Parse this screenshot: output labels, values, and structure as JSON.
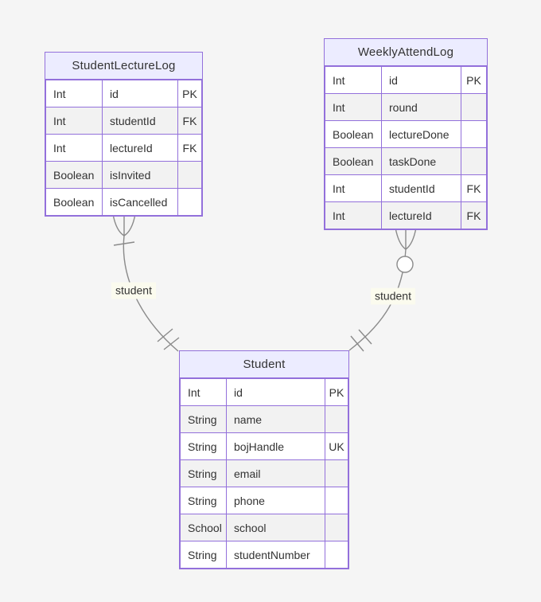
{
  "diagram": {
    "kind": "er-diagram",
    "colors": {
      "canvas_background": "#f5f5f5",
      "entity_border": "#9370DB",
      "entity_header_fill": "#ECECFF",
      "row_fill": "#ffffff",
      "row_alt_fill": "#f2f2f2",
      "text": "#333333",
      "relationship_line": "#8a8a8a",
      "relationship_label_background": "#fbfbee"
    }
  },
  "entities": [
    {
      "name": "StudentLectureLog",
      "attributes": [
        {
          "type": "Int",
          "name": "id",
          "key": "PK"
        },
        {
          "type": "Int",
          "name": "studentId",
          "key": "FK"
        },
        {
          "type": "Int",
          "name": "lectureId",
          "key": "FK"
        },
        {
          "type": "Boolean",
          "name": "isInvited",
          "key": ""
        },
        {
          "type": "Boolean",
          "name": "isCancelled",
          "key": ""
        }
      ]
    },
    {
      "name": "WeeklyAttendLog",
      "attributes": [
        {
          "type": "Int",
          "name": "id",
          "key": "PK"
        },
        {
          "type": "Int",
          "name": "round",
          "key": ""
        },
        {
          "type": "Boolean",
          "name": "lectureDone",
          "key": ""
        },
        {
          "type": "Boolean",
          "name": "taskDone",
          "key": ""
        },
        {
          "type": "Int",
          "name": "studentId",
          "key": "FK"
        },
        {
          "type": "Int",
          "name": "lectureId",
          "key": "FK"
        }
      ]
    },
    {
      "name": "Student",
      "attributes": [
        {
          "type": "Int",
          "name": "id",
          "key": "PK"
        },
        {
          "type": "String",
          "name": "name",
          "key": ""
        },
        {
          "type": "String",
          "name": "bojHandle",
          "key": "UK"
        },
        {
          "type": "String",
          "name": "email",
          "key": ""
        },
        {
          "type": "String",
          "name": "phone",
          "key": ""
        },
        {
          "type": "School",
          "name": "school",
          "key": ""
        },
        {
          "type": "String",
          "name": "studentNumber",
          "key": ""
        }
      ]
    }
  ],
  "relationships": [
    {
      "from": "StudentLectureLog",
      "to": "Student",
      "label": "student",
      "from_cardinality": "one-or-many",
      "to_cardinality": "exactly-one"
    },
    {
      "from": "WeeklyAttendLog",
      "to": "Student",
      "label": "student",
      "from_cardinality": "zero-or-many",
      "to_cardinality": "exactly-one"
    }
  ]
}
